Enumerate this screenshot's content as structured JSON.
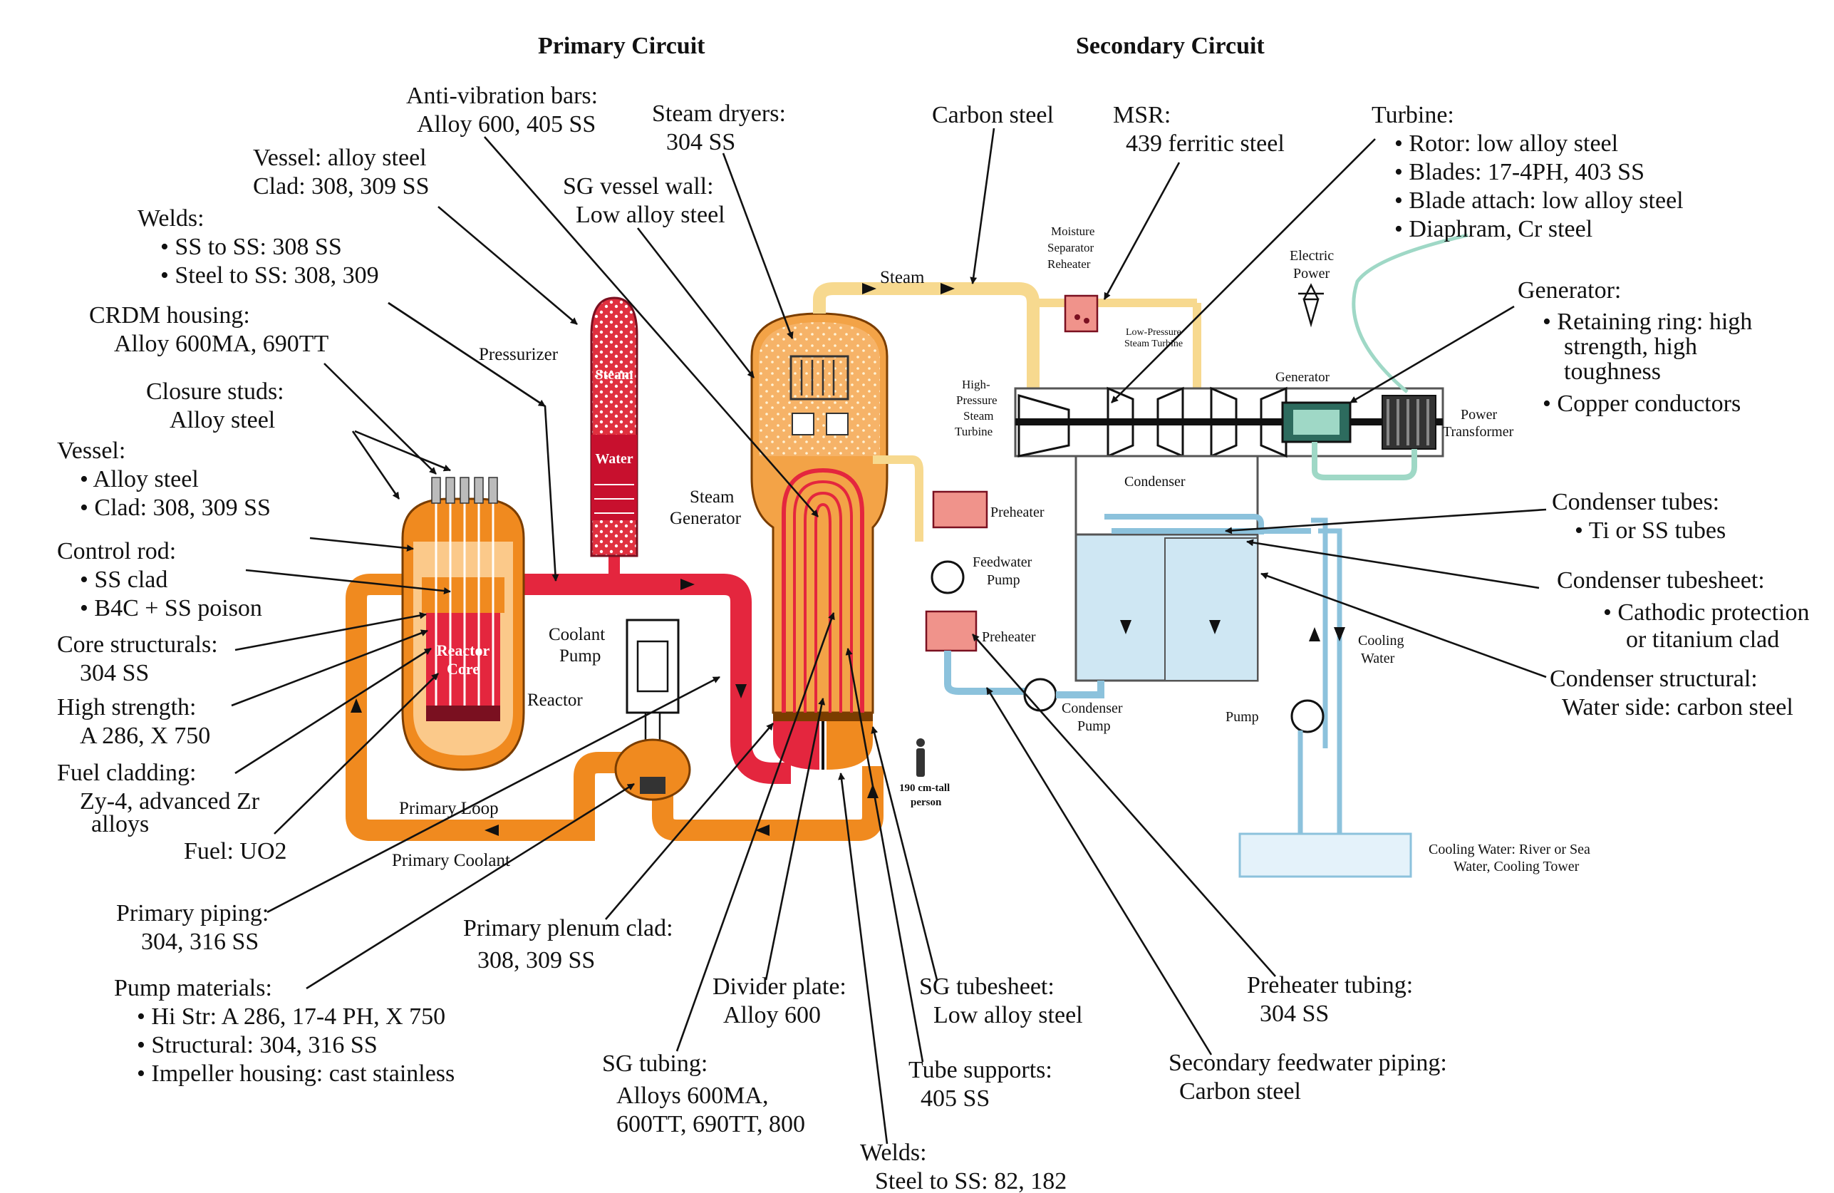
{
  "headers": {
    "primary": "Primary Circuit",
    "secondary": "Secondary Circuit"
  },
  "colors": {
    "primary_hot": "#e4263e",
    "primary_cold": "#f08a1f",
    "sg_body": "#f3a347",
    "steam_line": "#f7d98f",
    "condensate": "#cfe7f3",
    "pipe_blue": "#8cc2dc",
    "cooling_green": "#9fd8c6",
    "component_pink": "#f0938b"
  },
  "left_labels": {
    "vessel_clad": [
      "Vessel: alloy steel",
      "Clad: 308, 309 SS"
    ],
    "welds_title": "Welds:",
    "welds_items": [
      "SS to SS: 308 SS",
      "Steel to SS: 308, 309"
    ],
    "crdm": [
      "CRDM housing:",
      "Alloy 600MA, 690TT"
    ],
    "closure": [
      "Closure studs:",
      "Alloy steel"
    ],
    "vessel_title": "Vessel:",
    "vessel_items": [
      "Alloy steel",
      "Clad: 308, 309 SS"
    ],
    "control_title": "Control rod:",
    "control_items": [
      "SS clad",
      "B4C + SS poison"
    ],
    "core_struct": [
      "Core structurals:",
      "304 SS"
    ],
    "high_strength": [
      "High strength:",
      "A 286, X 750"
    ],
    "fuel_cladding": [
      "Fuel cladding:",
      "Zy-4, advanced Zr",
      "alloys"
    ],
    "fuel": "Fuel: UO2",
    "primary_piping": [
      "Primary piping:",
      "304, 316 SS"
    ],
    "pump_title": "Pump materials:",
    "pump_items": [
      "Hi Str: A 286, 17-4 PH, X 750",
      "Structural: 304, 316 SS",
      "Impeller housing: cast stainless"
    ]
  },
  "mid_labels": {
    "anti_vibration": [
      "Anti-vibration bars:",
      "Alloy 600, 405 SS"
    ],
    "steam_dryers": [
      "Steam dryers:",
      "304 SS"
    ],
    "sg_vessel_wall": [
      "SG vessel wall:",
      "Low alloy steel"
    ],
    "carbon_steel": "Carbon steel",
    "primary_plenum": [
      "Primary plenum clad:",
      "308, 309 SS"
    ],
    "divider": [
      "Divider plate:",
      "Alloy 600"
    ],
    "sg_tubesheet": [
      "SG tubesheet:",
      "Low alloy steel"
    ],
    "sg_tubing": [
      "SG tubing:",
      "Alloys 600MA,",
      "600TT, 690TT, 800"
    ],
    "tube_supports": [
      "Tube supports:",
      "405 SS"
    ],
    "welds_bottom": [
      "Welds:",
      "Steel to SS: 82, 182"
    ]
  },
  "right_labels": {
    "msr": [
      "MSR:",
      "439 ferritic steel"
    ],
    "turbine_title": "Turbine:",
    "turbine_items": [
      "Rotor: low alloy steel",
      "Blades: 17-4PH, 403 SS",
      "Blade attach: low alloy steel",
      "Diaphram, Cr steel"
    ],
    "generator_title": "Generator:",
    "generator_items": [
      "Retaining ring: high",
      "strength, high",
      "toughness",
      "Copper conductors"
    ],
    "cond_tubes": [
      "Condenser tubes:",
      "Ti or SS tubes"
    ],
    "cond_tubesheet": [
      "Condenser tubesheet:",
      "Cathodic protection",
      "or titanium clad"
    ],
    "cond_struct": [
      "Condenser structural:",
      "Water side: carbon steel"
    ],
    "preheater_tubing": [
      "Preheater tubing:",
      "304 SS"
    ],
    "feedwater_piping": [
      "Secondary feedwater piping:",
      "Carbon steel"
    ]
  },
  "components": {
    "pressurizer": "Pressurizer",
    "steam": "Steam",
    "water": "Water",
    "reactor_core": [
      "Reactor",
      "Core"
    ],
    "reactor": "Reactor",
    "coolant_pump": [
      "Coolant",
      "Pump"
    ],
    "steam_generator": [
      "Steam",
      "Generator"
    ],
    "primary_loop": "Primary Loop",
    "primary_coolant": "Primary Coolant",
    "steam_line": "Steam",
    "msr_unit": [
      "Moisture",
      "Separator",
      "Reheater"
    ],
    "hp_turbine": [
      "High-",
      "Pressure",
      "Steam",
      "Turbine"
    ],
    "lp_turbine": [
      "Low-Pressure",
      "Steam Turbine"
    ],
    "electric_power": [
      "Electric",
      "Power"
    ],
    "generator": "Generator",
    "power_transformer": [
      "Power",
      "Transformer"
    ],
    "condenser": "Condenser",
    "preheater_1": "Preheater",
    "preheater_2": "Preheater",
    "feedwater_pump": [
      "Feedwater",
      "Pump"
    ],
    "condenser_pump": [
      "Condenser",
      "Pump"
    ],
    "cooling_water": [
      "Cooling",
      "Water"
    ],
    "pump": "Pump",
    "cooling_source": [
      "Cooling Water:  River or Sea",
      "Water, Cooling Tower"
    ],
    "person": [
      "190 cm-tall",
      "person"
    ]
  }
}
